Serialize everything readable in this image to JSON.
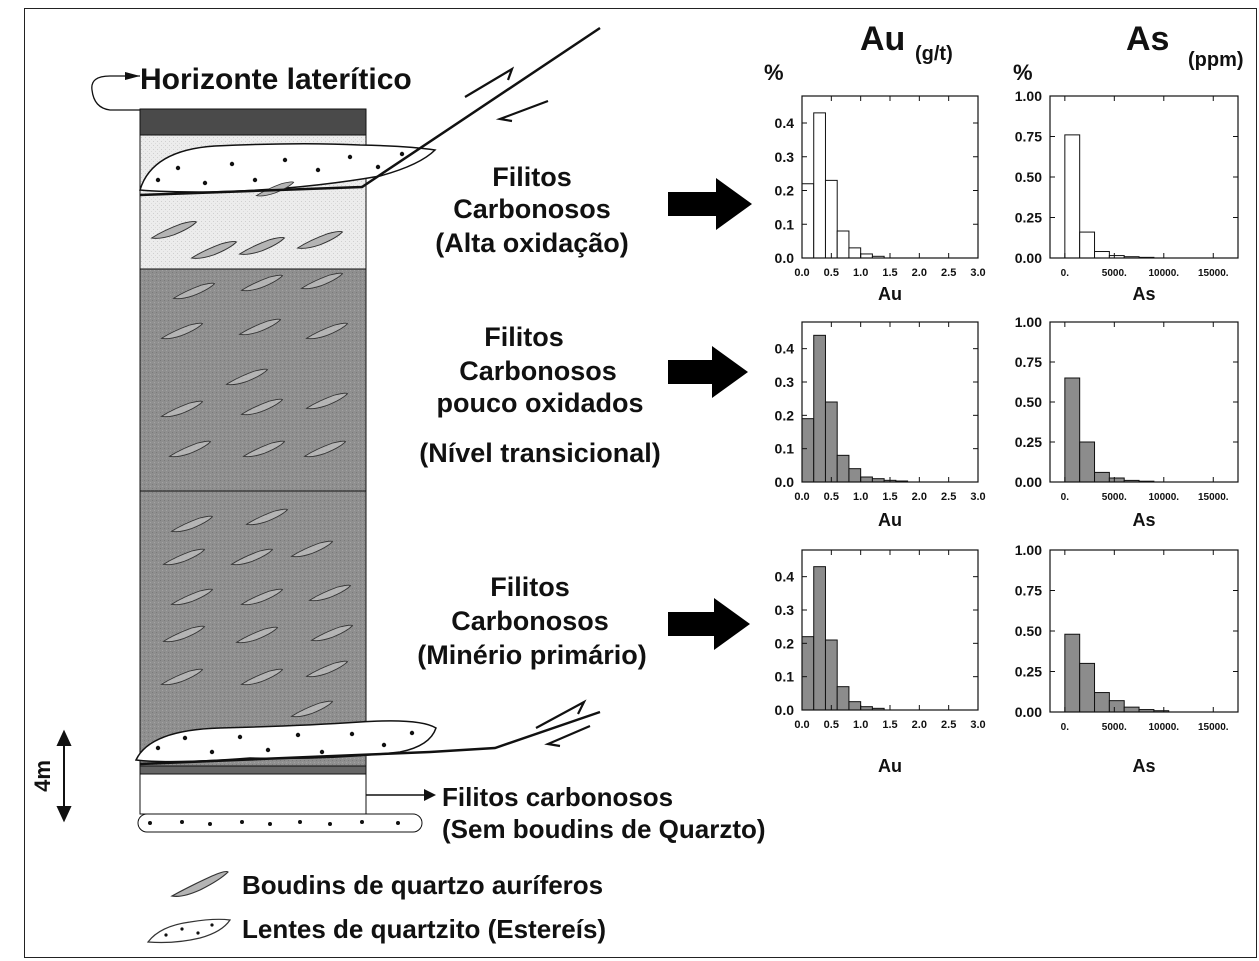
{
  "column": {
    "top_label": "Horizonte laterítico",
    "scale_label": "4m",
    "base_label_line1": "Filitos carbonosos",
    "base_label_line2": "(Sem boudins de Quarzto)"
  },
  "zones": [
    {
      "lines": [
        "Filitos",
        "Carbonosos",
        "(Alta oxidação)"
      ]
    },
    {
      "lines": [
        "Filitos",
        "Carbonosos",
        "pouco oxidados",
        "(Nível transicional)"
      ]
    },
    {
      "lines": [
        "Filitos",
        "Carbonosos",
        "(Minério primário)"
      ]
    }
  ],
  "headers": {
    "au": "Au",
    "au_unit": "(g/t)",
    "as": "As",
    "as_unit": "(ppm)",
    "percent": "%"
  },
  "legend": {
    "boudins": "Boudins de quartzo auríferos",
    "lentes": "Lentes de quartzito (Estereís)"
  },
  "chart_data": [
    {
      "type": "bar",
      "element": "Au",
      "zone": "Alta oxidação",
      "xlabel": "Au",
      "ylabel": "%",
      "fill": "#ffffff",
      "bin_width": 0.2,
      "xlim": [
        0,
        3.0
      ],
      "ylim": [
        0,
        0.48
      ],
      "xticks": [
        "0.0",
        "0.5",
        "1.0",
        "1.5",
        "2.0",
        "2.5",
        "3.0"
      ],
      "yticks": [
        "0.0",
        "0.1",
        "0.2",
        "0.3",
        "0.4"
      ],
      "bins": [
        0.0,
        0.2,
        0.4,
        0.6,
        0.8,
        1.0,
        1.2
      ],
      "values": [
        0.22,
        0.43,
        0.23,
        0.08,
        0.03,
        0.012,
        0.005
      ]
    },
    {
      "type": "bar",
      "element": "As",
      "zone": "Alta oxidação",
      "xlabel": "As",
      "ylabel": "%",
      "fill": "#ffffff",
      "bin_width": 1500,
      "xlim": [
        -1500,
        17500
      ],
      "ylim": [
        0,
        1.0
      ],
      "xticks": [
        "0.",
        "5000.",
        "10000.",
        "15000."
      ],
      "yticks": [
        "0.00",
        "0.25",
        "0.50",
        "0.75",
        "1.00"
      ],
      "bins": [
        0,
        1500,
        3000,
        4500,
        6000,
        7500
      ],
      "values": [
        0.76,
        0.16,
        0.04,
        0.015,
        0.008,
        0.004
      ]
    },
    {
      "type": "bar",
      "element": "Au",
      "zone": "Nível transicional",
      "xlabel": "Au",
      "ylabel": "%",
      "fill": "#8c8c8c",
      "bin_width": 0.2,
      "xlim": [
        0,
        3.0
      ],
      "ylim": [
        0,
        0.48
      ],
      "xticks": [
        "0.0",
        "0.5",
        "1.0",
        "1.5",
        "2.0",
        "2.5",
        "3.0"
      ],
      "yticks": [
        "0.0",
        "0.1",
        "0.2",
        "0.3",
        "0.4"
      ],
      "bins": [
        0.0,
        0.2,
        0.4,
        0.6,
        0.8,
        1.0,
        1.2,
        1.4,
        1.6
      ],
      "values": [
        0.19,
        0.44,
        0.24,
        0.08,
        0.04,
        0.015,
        0.01,
        0.005,
        0.003
      ]
    },
    {
      "type": "bar",
      "element": "As",
      "zone": "Nível transicional",
      "xlabel": "As",
      "ylabel": "%",
      "fill": "#8c8c8c",
      "bin_width": 1500,
      "xlim": [
        -1500,
        17500
      ],
      "ylim": [
        0,
        1.0
      ],
      "xticks": [
        "0.",
        "5000.",
        "10000.",
        "15000."
      ],
      "yticks": [
        "0.00",
        "0.25",
        "0.50",
        "0.75",
        "1.00"
      ],
      "bins": [
        0,
        1500,
        3000,
        4500,
        6000,
        7500
      ],
      "values": [
        0.65,
        0.25,
        0.06,
        0.025,
        0.01,
        0.005
      ]
    },
    {
      "type": "bar",
      "element": "Au",
      "zone": "Minério primário",
      "xlabel": "Au",
      "ylabel": "%",
      "fill": "#8c8c8c",
      "bin_width": 0.2,
      "xlim": [
        0,
        3.0
      ],
      "ylim": [
        0,
        0.48
      ],
      "xticks": [
        "0.0",
        "0.5",
        "1.0",
        "1.5",
        "2.0",
        "2.5",
        "3.0"
      ],
      "yticks": [
        "0.0",
        "0.1",
        "0.2",
        "0.3",
        "0.4"
      ],
      "bins": [
        0.0,
        0.2,
        0.4,
        0.6,
        0.8,
        1.0,
        1.2
      ],
      "values": [
        0.22,
        0.43,
        0.21,
        0.07,
        0.025,
        0.01,
        0.005
      ]
    },
    {
      "type": "bar",
      "element": "As",
      "zone": "Minério primário",
      "xlabel": "As",
      "ylabel": "%",
      "fill": "#8c8c8c",
      "bin_width": 1500,
      "xlim": [
        -1500,
        17500
      ],
      "ylim": [
        0,
        1.0
      ],
      "xticks": [
        "0.",
        "5000.",
        "10000.",
        "15000."
      ],
      "yticks": [
        "0.00",
        "0.25",
        "0.50",
        "0.75",
        "1.00"
      ],
      "bins": [
        0,
        1500,
        3000,
        4500,
        6000,
        7500,
        9000
      ],
      "values": [
        0.48,
        0.3,
        0.12,
        0.07,
        0.03,
        0.015,
        0.008
      ]
    }
  ]
}
